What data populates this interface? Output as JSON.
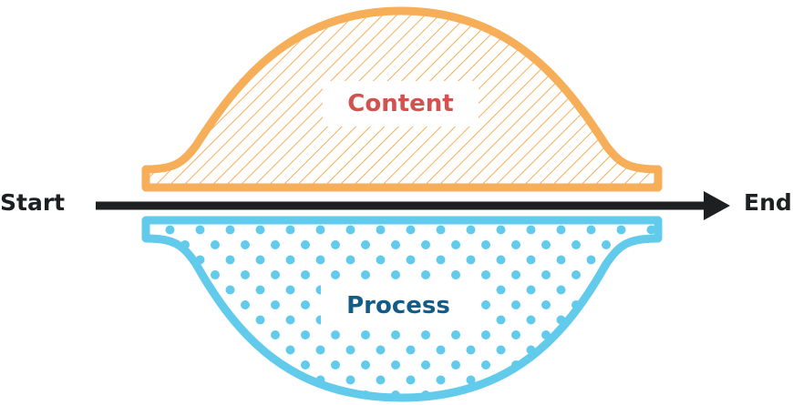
{
  "labels": {
    "start": "Start",
    "end": "End",
    "content": "Content",
    "process": "Process"
  },
  "colors": {
    "content_stroke": "#F6AE59",
    "content_text": "#D2524F",
    "process_stroke": "#62CBEC",
    "process_text": "#135C86",
    "arrow": "#1D1F20"
  }
}
